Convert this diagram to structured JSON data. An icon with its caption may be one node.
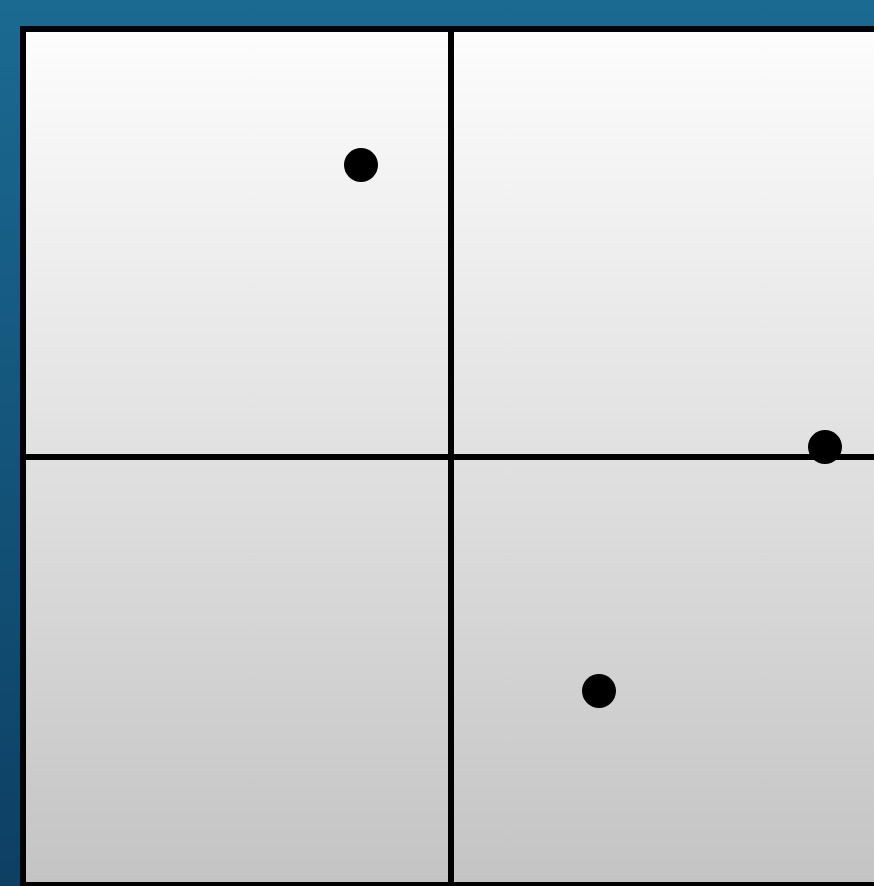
{
  "diagram": {
    "nodes": [
      {
        "text": [],
        "shape": "box"
      },
      {
        "text": [],
        "shape": "box"
      },
      {
        "text": [],
        "shape": "box"
      },
      {
        "text": [],
        "shape": "box"
      },
      {
        "text": [],
        "shape": "circle",
        "in": 0
      },
      {
        "text": [],
        "shape": "circle"
      },
      {
        "text": [],
        "shape": "circle",
        "in": 3
      }
    ]
  }
}
